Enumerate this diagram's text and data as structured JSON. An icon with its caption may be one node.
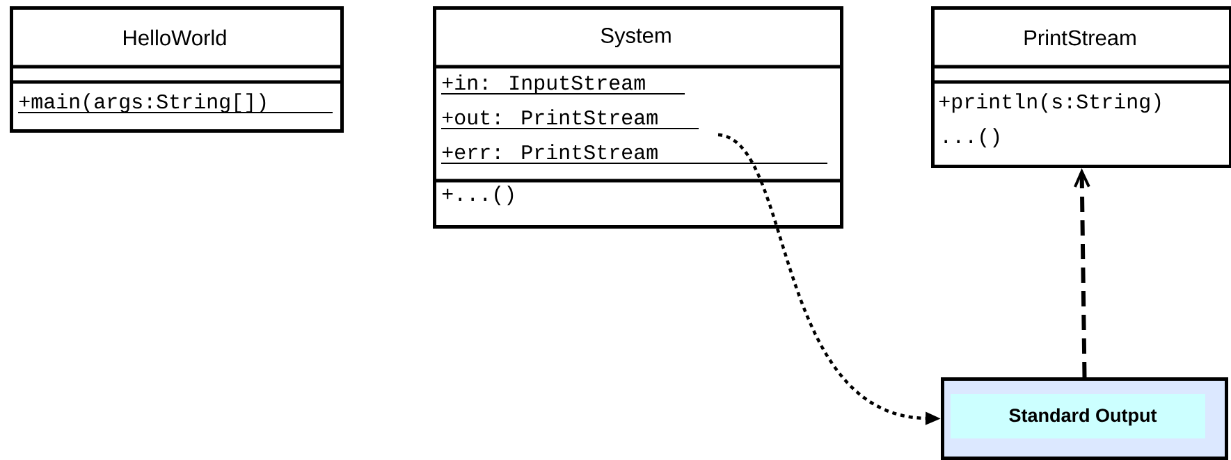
{
  "diagram": {
    "nodes": [
      {
        "text": [
          "HelloWorld",
          "+main(args:String[])"
        ]
      },
      {
        "text": [
          "System",
          "+in: InputStream",
          "+out: PrintStream",
          "+err: PrintStream",
          "+...()"
        ]
      },
      {
        "text": [
          "PrintStream",
          "+println(s:String)",
          "...()"
        ]
      },
      {
        "text": [
          "Standard Output"
        ]
      }
    ],
    "edges": [
      {
        "from": 1,
        "to": 3,
        "arrow": "to",
        "style": "dashed"
      },
      {
        "from": 3,
        "to": 2,
        "arrow": "to",
        "style": "dashed"
      }
    ]
  }
}
